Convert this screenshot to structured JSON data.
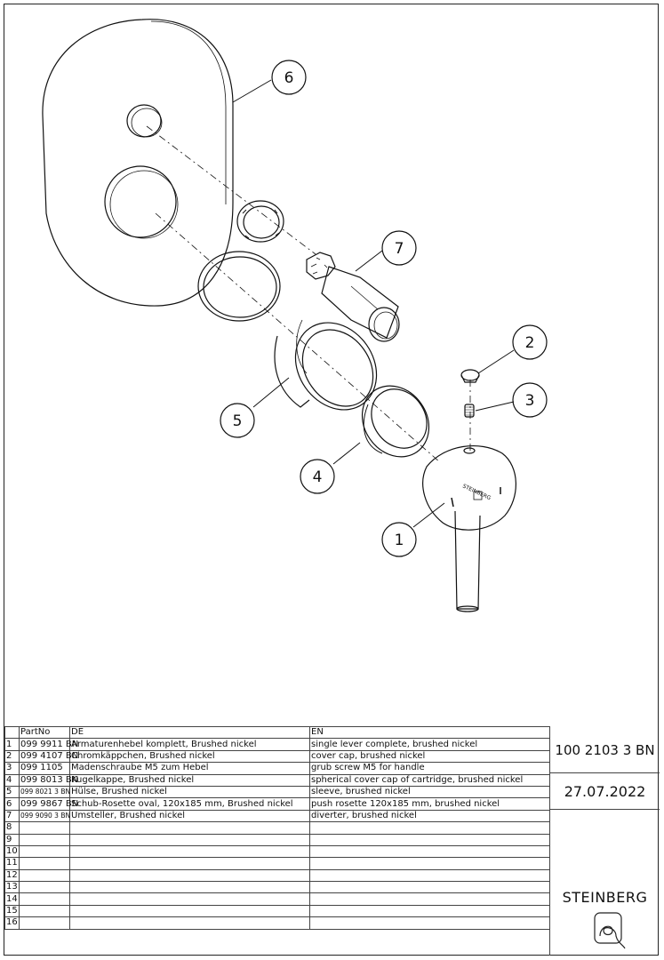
{
  "callouts": [
    "6",
    "7",
    "2",
    "3",
    "5",
    "4",
    "1"
  ],
  "logo_text": "STEINBERG",
  "table": {
    "headers": [
      "",
      "PartNo",
      "DE",
      "EN"
    ],
    "rows": [
      {
        "num": "1",
        "partno": "099 9911 BN",
        "de": "Armaturenhebel komplett, Brushed nickel",
        "en": "single lever complete, brushed nickel"
      },
      {
        "num": "2",
        "partno": "099 4107 BN",
        "de": "Chromkäppchen, Brushed nickel",
        "en": "cover cap, brushed nickel"
      },
      {
        "num": "3",
        "partno": "099 1105",
        "de": "Madenschraube M5 zum Hebel",
        "en": "grub screw M5 for handle"
      },
      {
        "num": "4",
        "partno": "099 8013 BN",
        "de": "Kugelkappe, Brushed nickel",
        "en": "spherical cover cap of cartridge, brushed nickel"
      },
      {
        "num": "5",
        "partno": "099 8021 3 BN",
        "de": "Hülse, Brushed nickel",
        "en": "sleeve, brushed nickel"
      },
      {
        "num": "6",
        "partno": "099 9867 BN",
        "de": "Schub-Rosette oval, 120x185 mm, Brushed nickel",
        "en": "push rosette 120x185 mm, brushed nickel"
      },
      {
        "num": "7",
        "partno": "099 9090 3 BN",
        "de": "Umsteller, Brushed nickel",
        "en": "diverter, brushed nickel"
      },
      {
        "num": "8",
        "partno": "",
        "de": "",
        "en": ""
      },
      {
        "num": "9",
        "partno": "",
        "de": "",
        "en": ""
      },
      {
        "num": "10",
        "partno": "",
        "de": "",
        "en": ""
      },
      {
        "num": "11",
        "partno": "",
        "de": "",
        "en": ""
      },
      {
        "num": "12",
        "partno": "",
        "de": "",
        "en": ""
      },
      {
        "num": "13",
        "partno": "",
        "de": "",
        "en": ""
      },
      {
        "num": "14",
        "partno": "",
        "de": "",
        "en": ""
      },
      {
        "num": "15",
        "partno": "",
        "de": "",
        "en": ""
      },
      {
        "num": "16",
        "partno": "",
        "de": "",
        "en": ""
      }
    ]
  },
  "titleblock": {
    "article": "100 2103 3 BN",
    "date": "27.07.2022",
    "brand": "STEINBERG"
  }
}
